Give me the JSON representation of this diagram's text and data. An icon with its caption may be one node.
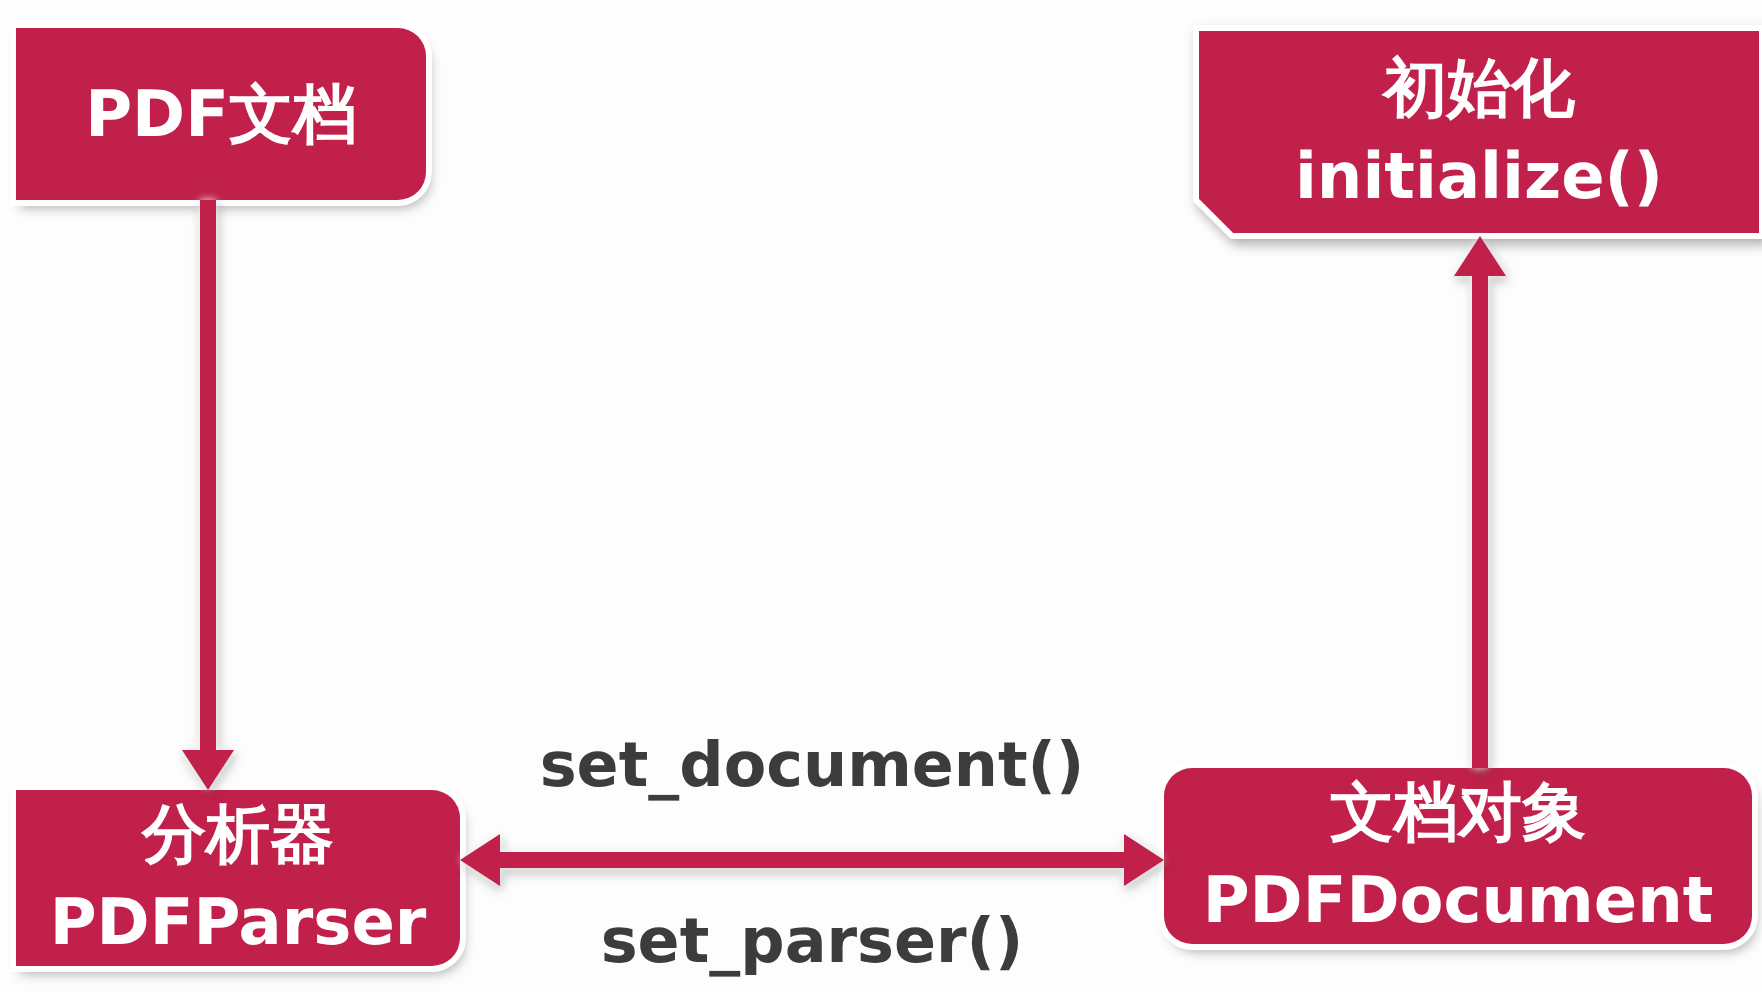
{
  "diagram": {
    "nodes": [
      {
        "text": [
          "PDF文档"
        ]
      },
      {
        "text": [
          "初始化",
          "initialize()"
        ]
      },
      {
        "text": [
          "分析器",
          "PDFParser"
        ]
      },
      {
        "text": [
          "文档对象",
          "PDFDocument"
        ]
      }
    ],
    "edges": [
      {
        "from": 0,
        "to": 2,
        "arrow": "to"
      },
      {
        "from": 3,
        "to": 1,
        "arrow": "to"
      },
      {
        "from": 2,
        "to": 3,
        "arrow": "both",
        "label": "set_document()"
      }
    ],
    "labels": [
      "set_parser()"
    ]
  }
}
